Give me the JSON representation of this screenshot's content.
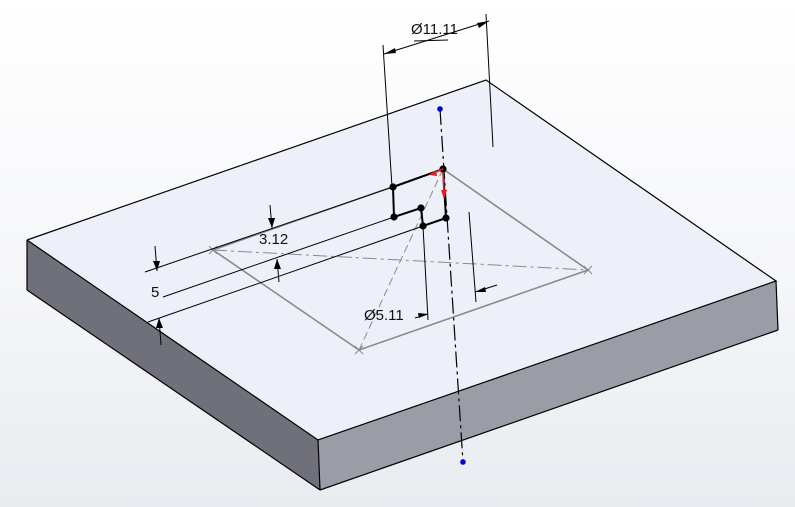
{
  "viewport": {
    "colors": {
      "top_face": "#eef0f9",
      "left_face": "#6f7079",
      "front_face": "#9a9ca6",
      "edge": "#000000",
      "construction": "#8a8a8a",
      "sketch": "#000000",
      "relation": "#e02020",
      "point": "#0000c8"
    }
  },
  "dimensions": {
    "outer_diameter": {
      "symbol": "Ø",
      "value": "11.11"
    },
    "inner_diameter": {
      "symbol": "Ø",
      "value": "5.11"
    },
    "offset_small": {
      "value": "3.12"
    },
    "offset_large": {
      "value": "5"
    }
  }
}
